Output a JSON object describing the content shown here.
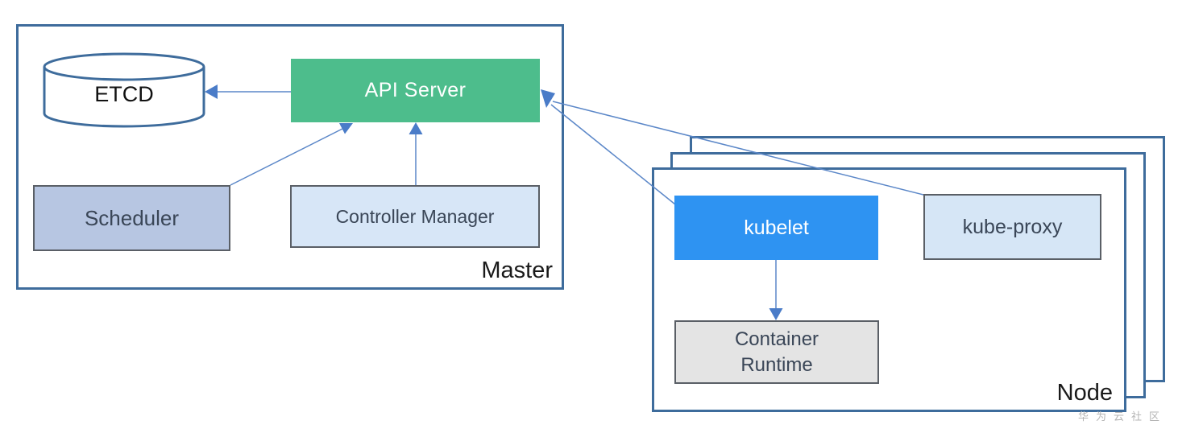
{
  "master": {
    "label": "Master",
    "etcd": {
      "label": "ETCD"
    },
    "api_server": {
      "label": "API Server"
    },
    "scheduler": {
      "label": "Scheduler"
    },
    "controller_manager": {
      "label": "Controller Manager"
    }
  },
  "node": {
    "label": "Node",
    "stack_count": 3,
    "kubelet": {
      "label": "kubelet"
    },
    "kube_proxy": {
      "label": "kube-proxy"
    },
    "container_runtime": {
      "label": "Container Runtime"
    }
  },
  "edges": [
    {
      "from": "API Server",
      "to": "ETCD"
    },
    {
      "from": "Scheduler",
      "to": "API Server"
    },
    {
      "from": "Controller Manager",
      "to": "API Server"
    },
    {
      "from": "kubelet",
      "to": "API Server"
    },
    {
      "from": "kube-proxy",
      "to": "API Server"
    },
    {
      "from": "kubelet",
      "to": "Container Runtime"
    }
  ],
  "watermark": "华为云社区",
  "colors": {
    "group_border": "#3e6c9c",
    "api_server_fill": "#4dbd8c",
    "kubelet_fill": "#2e93f2",
    "scheduler_fill": "#b7c6e2",
    "controller_manager_fill": "#d7e6f7",
    "kube_proxy_fill": "#d6e6f6",
    "container_runtime_fill": "#e4e4e4",
    "arrow_line": "#5b87c8",
    "arrow_head": "#4a7cc8"
  }
}
